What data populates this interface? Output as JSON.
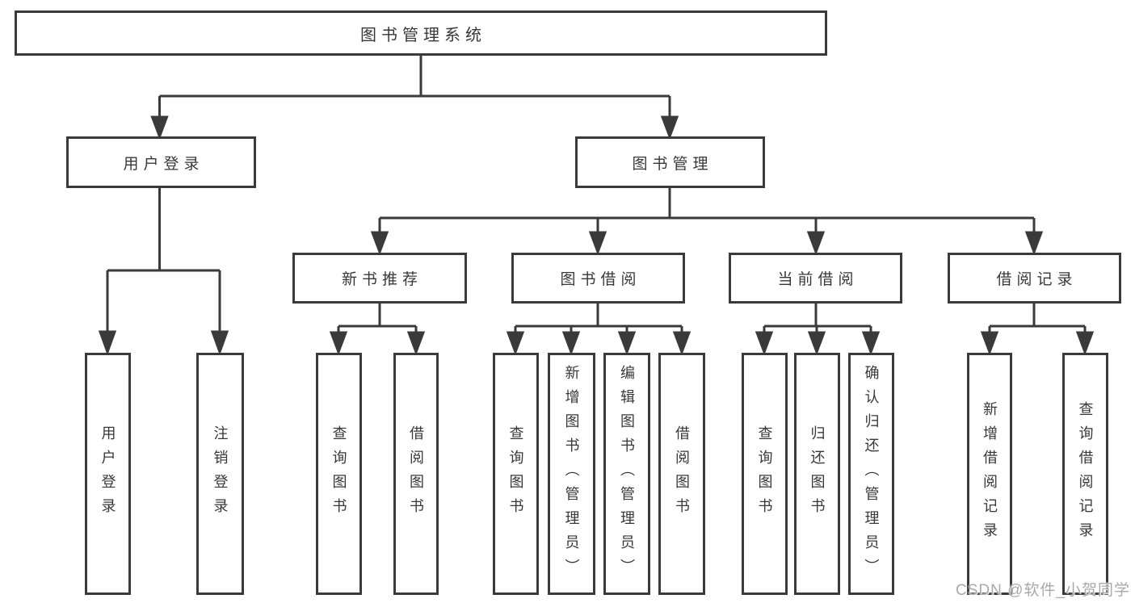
{
  "diagram": {
    "title": "图书管理系统",
    "colors": {
      "line": "#3a3a3a",
      "text": "#383838",
      "node_fill": "#ffffff",
      "background": "#ffffff",
      "watermark": "#a9a9a9"
    },
    "nodes": {
      "root": {
        "label": "图书管理系统"
      },
      "user_login": {
        "label": "用户登录"
      },
      "book_management": {
        "label": "图书管理"
      },
      "new_book_recommend": {
        "label": "新书推荐"
      },
      "book_borrow": {
        "label": "图书借阅"
      },
      "current_borrow": {
        "label": "当前借阅"
      },
      "borrow_records": {
        "label": "借阅记录"
      },
      "leaf_user_login": {
        "label": "用户登录"
      },
      "leaf_logout": {
        "label": "注销登录"
      },
      "leaf_query_book_1": {
        "label": "查询图书"
      },
      "leaf_borrow_book_1": {
        "label": "借阅图书"
      },
      "leaf_query_book_2": {
        "label": "查询图书"
      },
      "leaf_add_book": {
        "label": "新增图书（管理员）"
      },
      "leaf_edit_book": {
        "label": "编辑图书（管理员）"
      },
      "leaf_borrow_book_2": {
        "label": "借阅图书"
      },
      "leaf_query_book_3": {
        "label": "查询图书"
      },
      "leaf_return_book": {
        "label": "归还图书"
      },
      "leaf_confirm_return": {
        "label": "确认归还（管理员）"
      },
      "leaf_add_borrow_record": {
        "label": "新增借阅记录"
      },
      "leaf_query_borrow_record": {
        "label": "查询借阅记录"
      }
    },
    "hierarchy": [
      {
        "parent": "图书管理系统",
        "children": [
          "用户登录",
          "图书管理"
        ]
      },
      {
        "parent": "用户登录",
        "children": [
          "用户登录",
          "注销登录"
        ]
      },
      {
        "parent": "图书管理",
        "children": [
          "新书推荐",
          "图书借阅",
          "当前借阅",
          "借阅记录"
        ]
      },
      {
        "parent": "新书推荐",
        "children": [
          "查询图书",
          "借阅图书"
        ]
      },
      {
        "parent": "图书借阅",
        "children": [
          "查询图书",
          "新增图书（管理员）",
          "编辑图书（管理员）",
          "借阅图书"
        ]
      },
      {
        "parent": "当前借阅",
        "children": [
          "查询图书",
          "归还图书",
          "确认归还（管理员）"
        ]
      },
      {
        "parent": "借阅记录",
        "children": [
          "新增借阅记录",
          "查询借阅记录"
        ]
      }
    ],
    "watermark": "CSDN @软件_小贺同学"
  }
}
